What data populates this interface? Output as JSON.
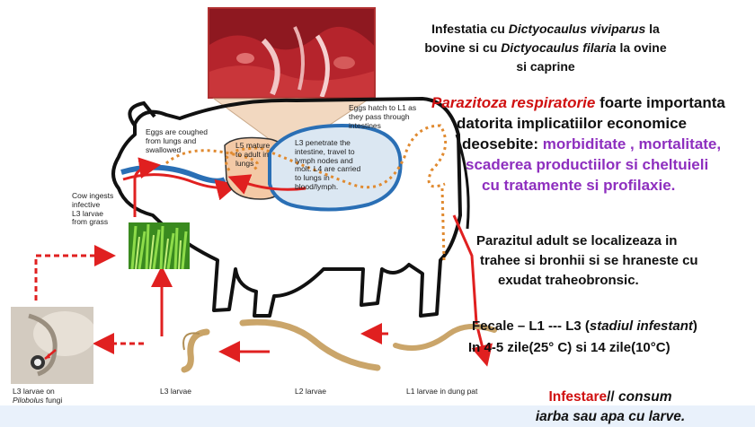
{
  "colors": {
    "arrow_red": "#e02020",
    "parasitosis_red": "#d01010",
    "impact_purple": "#8e2fbf",
    "lung_fill": "#f3c9a6",
    "intestine_fill": "#dbe7f2",
    "intestine_outline": "#2a6fb5",
    "grass_green": "#4caf2a",
    "bottom_band": "#e9f1fb"
  },
  "header": {
    "line1_a": "Infestatia cu ",
    "line1_species": "Dictyocaulus viviparus",
    "line1_b": " la",
    "line2_a": "bovine si cu ",
    "line2_species": "Dictyocaulus filaria",
    "line2_b": " la ovine",
    "line3": "si caprine"
  },
  "impact": {
    "lead": "Parazitoza respiratorie",
    "lead_rest": " foarte importanta",
    "line2": "datorita implicatiilor economice",
    "line3_a": "deosebite: ",
    "line3_b": "morbiditate , mortalitate,",
    "line4": "scaderea productiilor si cheltuieli",
    "line5": "cu tratamente si profilaxie."
  },
  "location": {
    "line1": "Parazitul adult se localizeaza in",
    "line2": "trahee si bronhii si se hraneste cu",
    "line3": "exudat traheobronsic."
  },
  "cycle": {
    "line1_a": "Fecale – L1 --- L3 (",
    "line1_it": "stadiul infestant",
    "line1_b": ")",
    "line2": "In 4-5 zile(25° C) si 14 zile(10°C)"
  },
  "infest": {
    "a": "Infestare",
    "b": "// ",
    "c": "consum",
    "d": "iarba sau apa cu larve."
  },
  "diagram": {
    "eggs_coughed": [
      "Eggs are coughed",
      "from lungs and",
      "swallowed"
    ],
    "l5_mature": [
      "L5 mature",
      "to adult in",
      "lungs"
    ],
    "l3_penetrate": [
      "L3 penetrate the",
      "intestine, travel to",
      "lymph nodes and",
      "molt. L4 are carried",
      "to lungs in",
      "blood/lymph."
    ],
    "eggs_hatch": [
      "Eggs hatch to L1 as",
      "they pass through",
      "intestines"
    ],
    "cow_ingests": [
      "Cow ingests",
      "infective",
      "L3 larvae",
      "from grass"
    ],
    "l3_pilobolus_a": "L3 larvae on",
    "l3_pilobolus_b": "Pilobolus",
    "l3_pilobolus_c": " fungi",
    "l3_larvae": "L3 larvae",
    "l2_larvae": "L2 larvae",
    "l1_larvae": "L1 larvae in  dung pat"
  }
}
